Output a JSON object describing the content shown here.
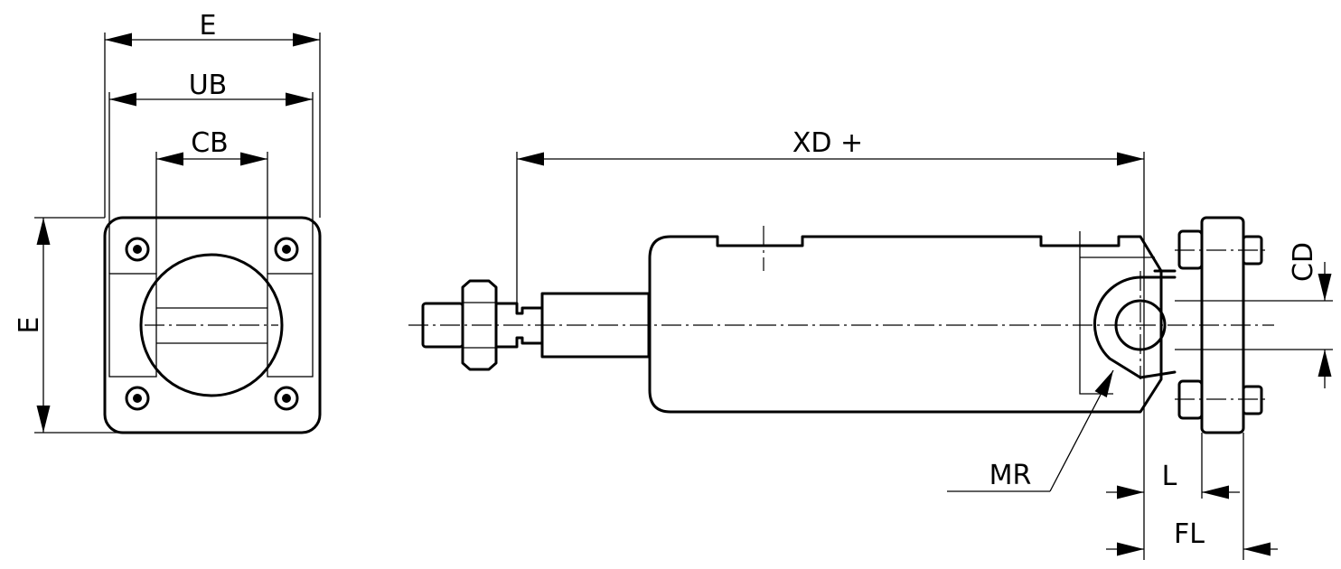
{
  "drawing": {
    "front_view": {
      "dimensions": {
        "width_top": "E",
        "trunnion_width": "UB",
        "inner_width": "CB",
        "height_left": "E"
      }
    },
    "side_view": {
      "dimensions": {
        "overall_length": "XD +",
        "pin_diameter": "CD",
        "mounting_radius": "MR",
        "pivot_length": "L",
        "flange_length": "FL"
      }
    }
  },
  "colors": {
    "line": "#000000",
    "background": "#ffffff"
  }
}
